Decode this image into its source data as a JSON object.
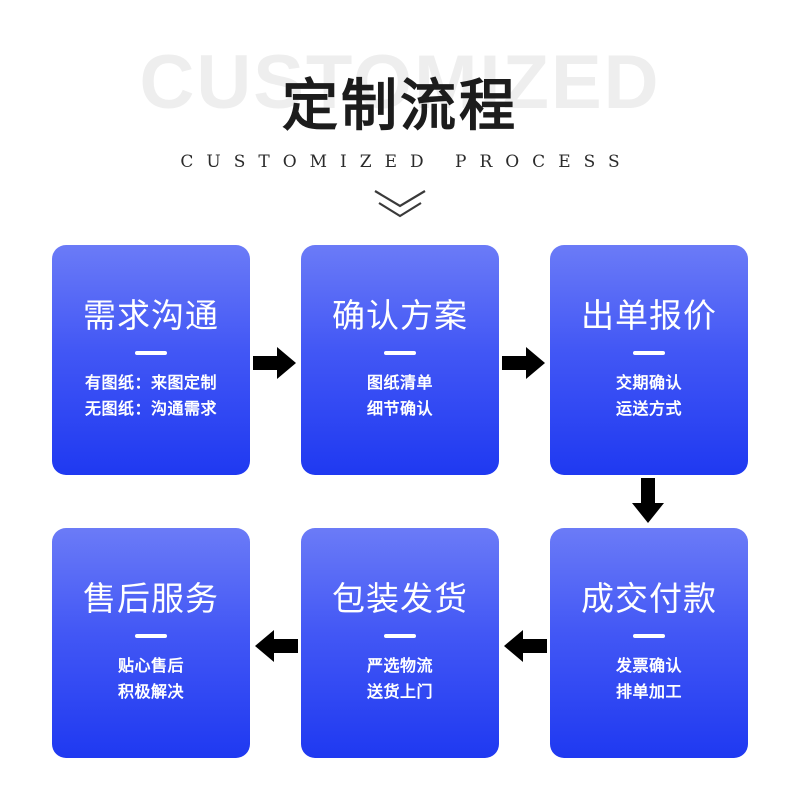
{
  "header": {
    "watermark": "CUSTOMIZED",
    "title_cn": "定制流程",
    "subtitle_en": "CUSTOMIZED PROCESS",
    "chevron_icon": "double-chevron-down-icon"
  },
  "colors": {
    "card_gradient_top": "#6B7BF7",
    "card_gradient_mid": "#4257F5",
    "card_gradient_bottom": "#1F39F1",
    "watermark": "#EEEEEE",
    "title": "#1C1C1C",
    "arrow": "#000000",
    "card_text": "#FFFFFF",
    "background": "#FFFFFF"
  },
  "flow": {
    "steps": [
      {
        "step": 1,
        "title": "需求沟通",
        "lines": [
          "有图纸：来图定制",
          "无图纸：沟通需求"
        ]
      },
      {
        "step": 2,
        "title": "确认方案",
        "lines": [
          "图纸清单",
          "细节确认"
        ]
      },
      {
        "step": 3,
        "title": "出单报价",
        "lines": [
          "交期确认",
          "运送方式"
        ]
      },
      {
        "step": 4,
        "title": "成交付款",
        "lines": [
          "发票确认",
          "排单加工"
        ]
      },
      {
        "step": 5,
        "title": "包装发货",
        "lines": [
          "严选物流",
          "送货上门"
        ]
      },
      {
        "step": 6,
        "title": "售后服务",
        "lines": [
          "贴心售后",
          "积极解决"
        ]
      }
    ],
    "connectors": [
      {
        "name": "arrow-right-step1-step2",
        "direction": "right"
      },
      {
        "name": "arrow-right-step2-step3",
        "direction": "right"
      },
      {
        "name": "arrow-down-step3-step4",
        "direction": "down"
      },
      {
        "name": "arrow-left-step4-step5",
        "direction": "left"
      },
      {
        "name": "arrow-left-step5-step6",
        "direction": "left"
      }
    ]
  }
}
